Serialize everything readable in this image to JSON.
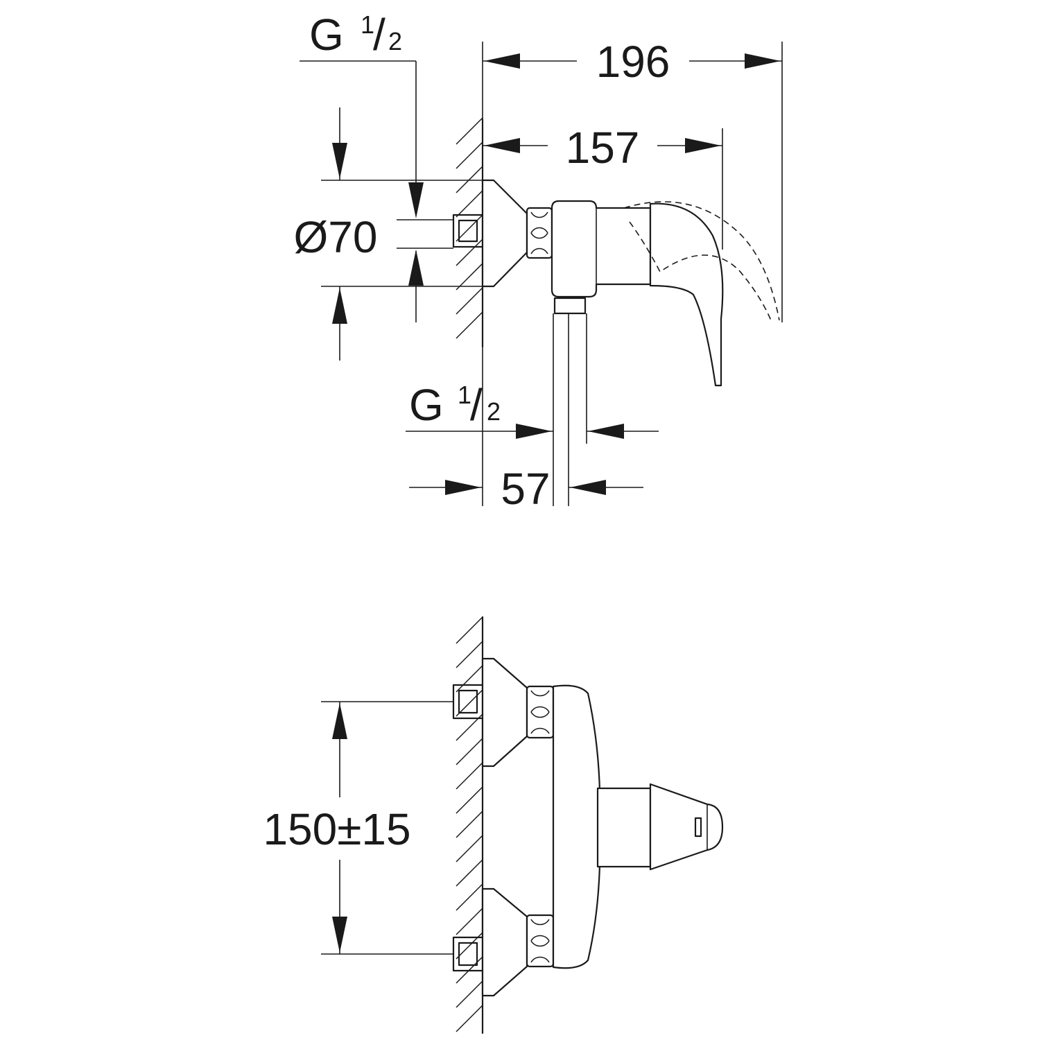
{
  "top_view": {
    "dim_overall_width": "196",
    "dim_body_width": "157",
    "dim_wall_to_outlet": "57",
    "dim_diameter": "Ø70",
    "thread_inlet": {
      "letter": "G",
      "numerator": "1",
      "slash": "/",
      "denominator": "2"
    },
    "thread_outlet": {
      "letter": "G",
      "numerator": "1",
      "slash": "/",
      "denominator": "2"
    }
  },
  "front_view": {
    "dim_center_distance": "150±15"
  },
  "colors": {
    "line": "#1a1a1a",
    "background": "#ffffff"
  }
}
